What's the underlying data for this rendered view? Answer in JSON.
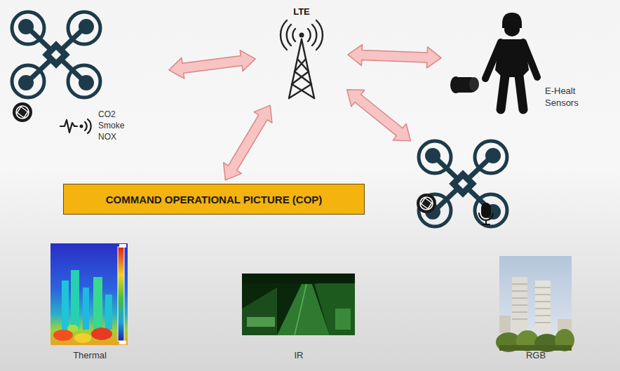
{
  "diagram": {
    "nodes": [
      {
        "text": [
          "CO2 Smoke NOX"
        ]
      },
      {
        "text": [
          "LTE"
        ]
      },
      {
        "text": [
          "E-Healt Sensors"
        ]
      },
      {
        "text": [
          "COMMAND OPERATIONAL PICTURE (COP)"
        ]
      },
      {
        "text": []
      },
      {
        "text": [
          "Thermal"
        ]
      },
      {
        "text": [
          "IR"
        ]
      },
      {
        "text": [
          "RGB"
        ]
      }
    ],
    "edges": [
      {
        "from": 0,
        "to": 1,
        "arrow": "both"
      },
      {
        "from": 1,
        "to": 2,
        "arrow": "both"
      },
      {
        "from": 3,
        "to": 1,
        "arrow": "both"
      },
      {
        "from": 1,
        "to": 4,
        "arrow": "both"
      }
    ]
  }
}
